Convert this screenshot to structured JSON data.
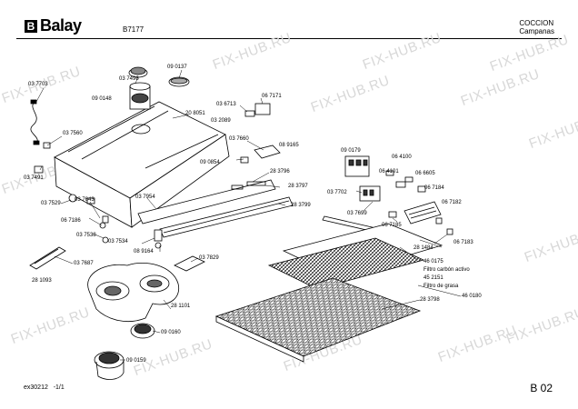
{
  "header": {
    "brand": "Balay",
    "model": "B7177",
    "category": "COCCION",
    "subcategory": "Campanas"
  },
  "watermark": "FIX-HUB.RU",
  "labels": {
    "p037703": "03 7703",
    "p037560": "03 7560",
    "p037491": "03 7491",
    "p037529": "03 7529",
    "p037643": "03 7643",
    "p067186": "06 7186",
    "p037538": "03 7538",
    "p037534": "03 7534",
    "p037687": "03 7687",
    "p281093": "28 1093",
    "p037496": "03 7496",
    "p090137": "09 0137",
    "p090148": "09 0148",
    "p208051": "20 8051",
    "p036713": "03 6713",
    "p032089": "03 2089",
    "p067171": "06 7171",
    "p037660": "03 7660",
    "p089165": "08 9165",
    "p090854": "09 0854",
    "p283796": "28 3796",
    "p283797": "28 3797",
    "p037954": "03 7954",
    "p283799": "28 3799",
    "p089164": "08 9164",
    "p037829": "03 7829",
    "p281101": "28 1101",
    "p090160": "09 0160",
    "p090159": "09 0159",
    "p090179": "09 0179",
    "p064100": "06 4100",
    "p064101": "06 4101",
    "p066605": "06 6605",
    "p067184": "06 7184",
    "p037702": "03 7702",
    "p067182": "06 7182",
    "p037699": "03 7699",
    "p067185": "06 7185",
    "p067183": "06 7183",
    "p281484": "28 1484",
    "p460175": "46 0175",
    "filtro_carbon": "Filtro carbón activo",
    "p452151": "45 2151",
    "filtro_grasa": "Filtro de grasa",
    "p460180": "46 0180",
    "p283798": "28 3798"
  },
  "footer": {
    "doc_code": "ex30212",
    "page": "-1/1",
    "sheet": "B 02"
  }
}
